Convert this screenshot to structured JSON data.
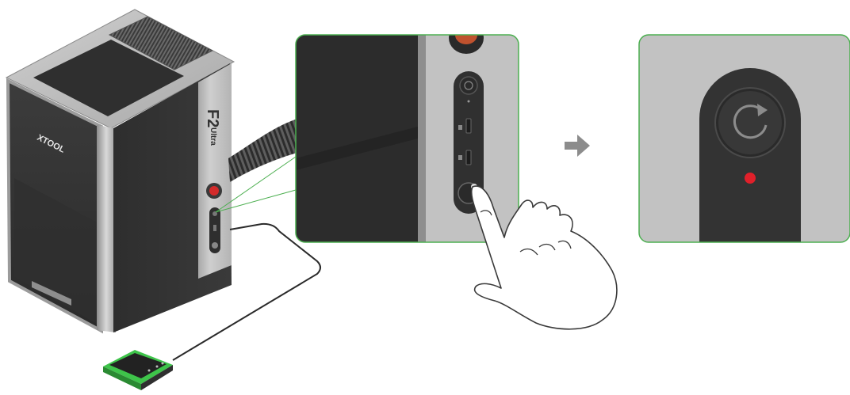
{
  "device": {
    "brand_logo": "XTOOL",
    "model_logo": "F2",
    "model_suffix": "Ultra"
  },
  "colors": {
    "callout_border": "#4caf50",
    "indicator_red": "#e0202a",
    "footswitch_green": "#3ec44a",
    "arrow_gray": "#8c8c8c"
  },
  "icons": [
    "power-restart-icon",
    "status-led",
    "usb-port",
    "arrow-right-icon",
    "hand-pointer"
  ]
}
